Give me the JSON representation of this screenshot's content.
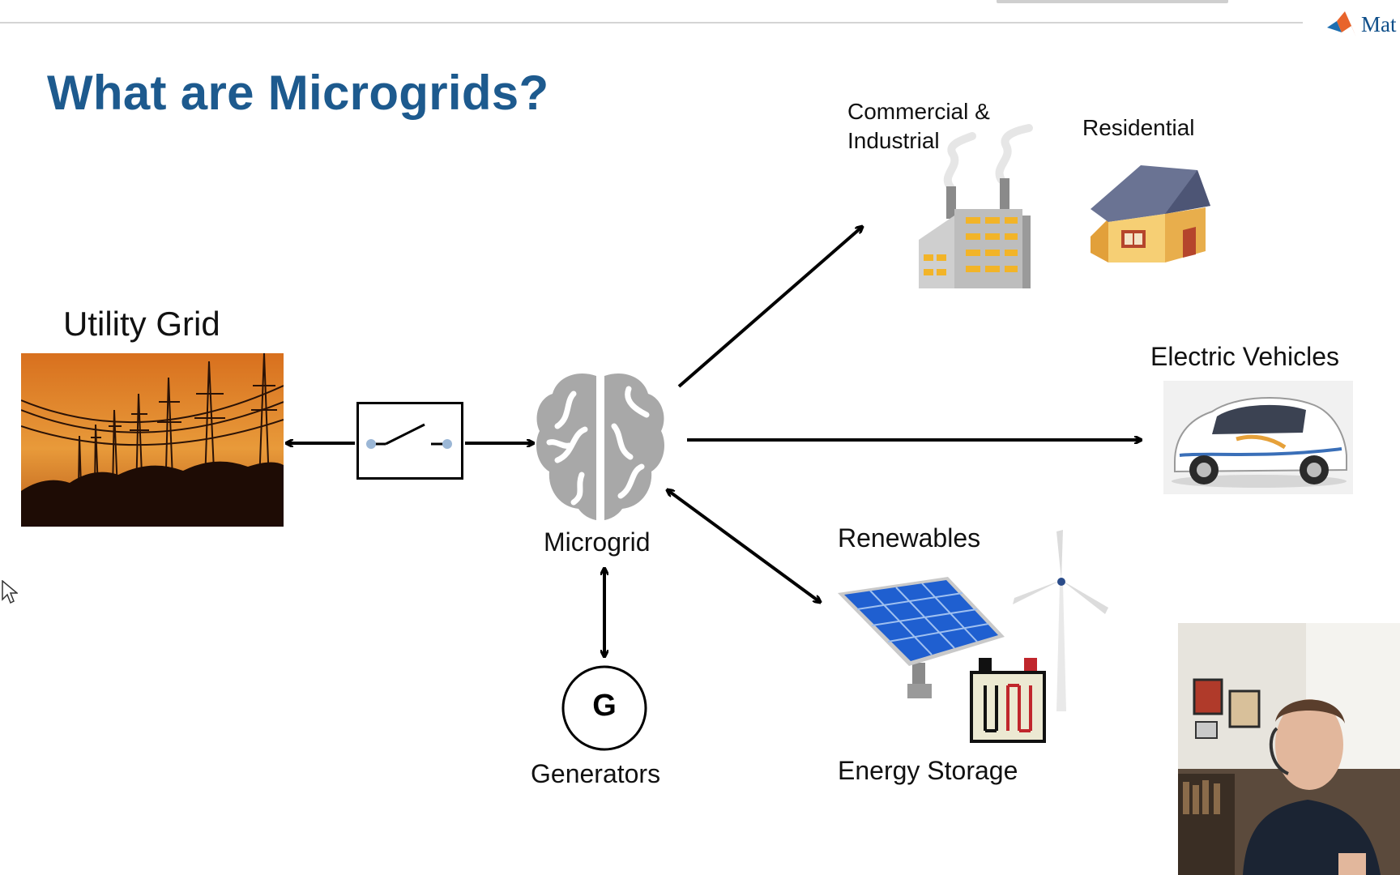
{
  "slide": {
    "title": "What are Microgrids?"
  },
  "brand": {
    "logo_text": "Mat",
    "logo_icon": "matlab-membrane-icon",
    "accent": "#1d5a8e"
  },
  "nodes": {
    "utility_grid": "Utility Grid",
    "microgrid": "Microgrid",
    "generators": "Generators",
    "generator_symbol": "G",
    "commercial_line1": "Commercial &",
    "commercial_line2": "Industrial",
    "residential": "Residential",
    "electric_vehicles": "Electric Vehicles",
    "renewables": "Renewables",
    "energy_storage": "Energy Storage"
  },
  "icons": [
    "power-lines-photo",
    "switch-icon",
    "brain-icon",
    "generator-icon",
    "factory-icon",
    "house-icon",
    "electric-car-icon",
    "solar-panel-icon",
    "wind-turbine-icon",
    "battery-icon",
    "mouse-cursor-icon",
    "presenter-webcam"
  ]
}
